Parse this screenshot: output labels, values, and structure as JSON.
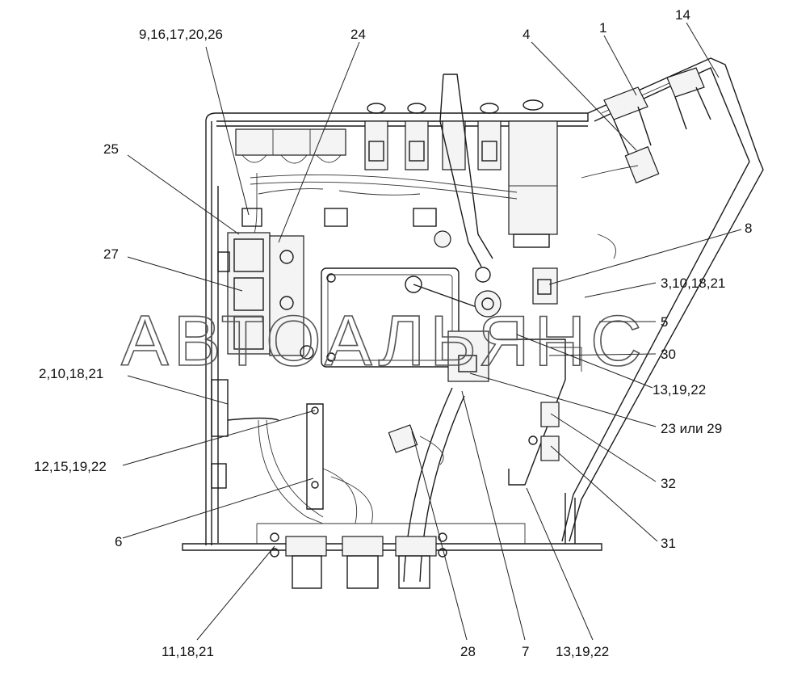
{
  "watermark": "АВТОАЛЬЯНС",
  "callouts": [
    {
      "id": "c1",
      "text": "9,16,17,20,26"
    },
    {
      "id": "c2",
      "text": "24"
    },
    {
      "id": "c3",
      "text": "4"
    },
    {
      "id": "c4",
      "text": "1"
    },
    {
      "id": "c5",
      "text": "14"
    },
    {
      "id": "c6",
      "text": "25"
    },
    {
      "id": "c7",
      "text": "8"
    },
    {
      "id": "c8",
      "text": "27"
    },
    {
      "id": "c9",
      "text": "3,10,18,21"
    },
    {
      "id": "c10",
      "text": "5"
    },
    {
      "id": "c11",
      "text": "30"
    },
    {
      "id": "c12",
      "text": "2,10,18,21"
    },
    {
      "id": "c13",
      "text": "13,19,22"
    },
    {
      "id": "c14",
      "text": "23 или 29"
    },
    {
      "id": "c15",
      "text": "12,15,19,22"
    },
    {
      "id": "c16",
      "text": "32"
    },
    {
      "id": "c17",
      "text": "6"
    },
    {
      "id": "c18",
      "text": "31"
    },
    {
      "id": "c19",
      "text": "11,18,21"
    },
    {
      "id": "c20",
      "text": "28"
    },
    {
      "id": "c21",
      "text": "7"
    },
    {
      "id": "c22",
      "text": "13,19,22"
    }
  ]
}
